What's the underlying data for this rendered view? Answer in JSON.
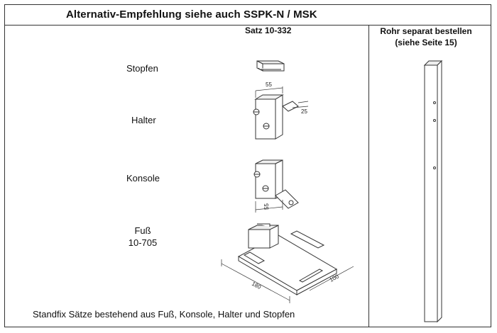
{
  "header": {
    "title": "Alternativ-Empfehlung siehe auch SSPK-N  / MSK"
  },
  "set": {
    "title": "Satz 10-332"
  },
  "components": {
    "stopfen": "Stopfen",
    "halter": "Halter",
    "konsole": "Konsole",
    "fuss_name": "Fuß",
    "fuss_number": "10-705"
  },
  "rohr": {
    "line1": "Rohr separat bestellen",
    "line2": "(siehe Seite 15)"
  },
  "dimensions": {
    "halter_width": "55",
    "halter_depth": "25",
    "konsole_width": "55",
    "fuss_length": "180",
    "fuss_width": "100"
  },
  "footer": {
    "text": "Standfix Sätze bestehend aus Fuß, Konsole, Halter und Stopfen"
  }
}
